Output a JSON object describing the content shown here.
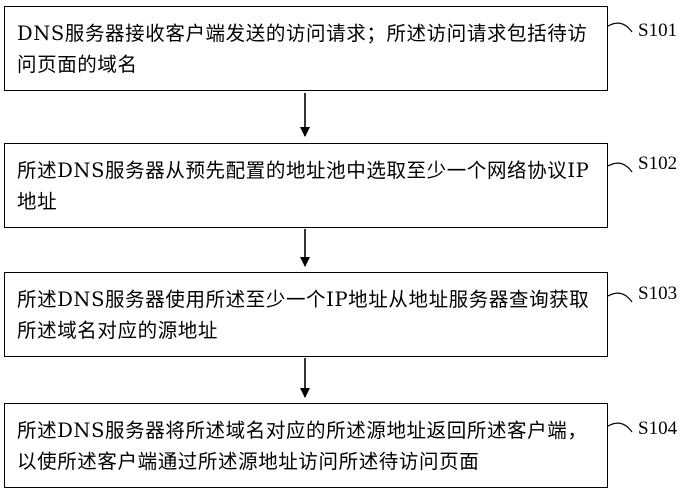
{
  "steps": [
    {
      "label": "S101",
      "text": "DNS服务器接收客户端发送的访问请求；所述访问请求包括待访问页面的域名"
    },
    {
      "label": "S102",
      "text": "所述DNS服务器从预先配置的地址池中选取至少一个网络协议IP地址"
    },
    {
      "label": "S103",
      "text": "所述DNS服务器使用所述至少一个IP地址从地址服务器查询获取所述域名对应的源地址"
    },
    {
      "label": "S104",
      "text": "所述DNS服务器将所述域名对应的所述源地址返回所述客户端，以使所述客户端通过所述源地址访问所述待访问页面"
    }
  ]
}
